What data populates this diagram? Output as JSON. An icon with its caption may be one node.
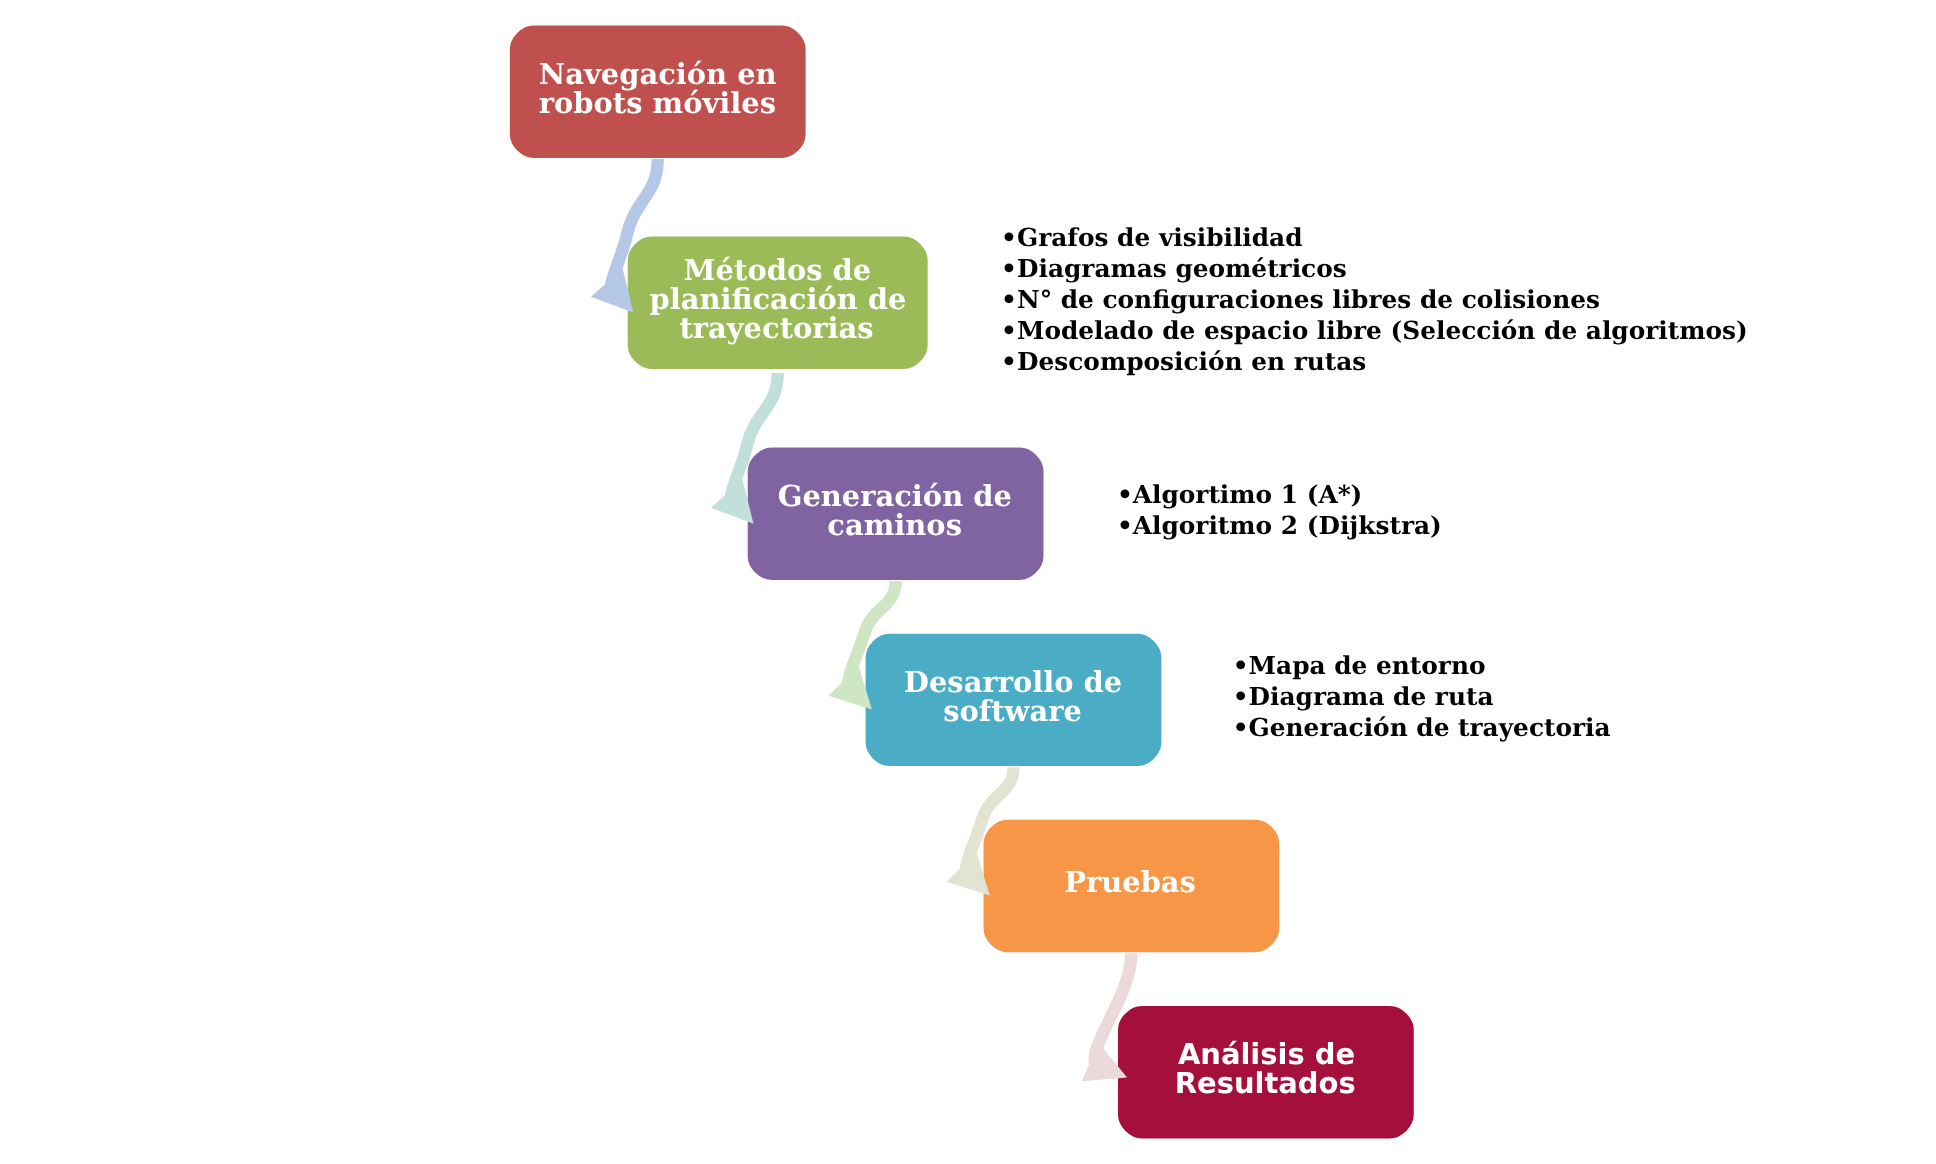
{
  "diagram": {
    "nodes": [
      {
        "text": [
          "Navegación en robots móviles"
        ]
      },
      {
        "text": [
          "Métodos de planificación de trayectorias"
        ],
        "beside": [
          "•Grafos de visibilidad",
          "•Diagramas geométricos",
          "•N° de configuraciones libres de colisiones",
          "•Modelado de espacio libre (Selección de algoritmos)",
          "•Descomposición en rutas"
        ]
      },
      {
        "text": [
          "Generación de caminos"
        ],
        "beside": [
          "•Algortimo 1 (A*)",
          "•Algoritmo 2 (Dijkstra)"
        ]
      },
      {
        "text": [
          "Desarrollo de software"
        ],
        "beside": [
          "•Mapa de entorno",
          "•Diagrama de ruta",
          "•Generación de trayectoria"
        ]
      },
      {
        "text": [
          "Pruebas"
        ]
      },
      {
        "text": [
          "Análisis de Resultados"
        ]
      }
    ],
    "edges": [
      {
        "from": 0,
        "to": 1,
        "arrow": "to",
        "color": "#b4c7e7"
      },
      {
        "from": 1,
        "to": 2,
        "arrow": "to",
        "color": "#c2e0db"
      },
      {
        "from": 2,
        "to": 3,
        "arrow": "to",
        "color": "#cfe6c5"
      },
      {
        "from": 3,
        "to": 4,
        "arrow": "to",
        "color": "#e3e3d2"
      },
      {
        "from": 4,
        "to": 5,
        "arrow": "to",
        "color": "#ecdada"
      }
    ]
  }
}
